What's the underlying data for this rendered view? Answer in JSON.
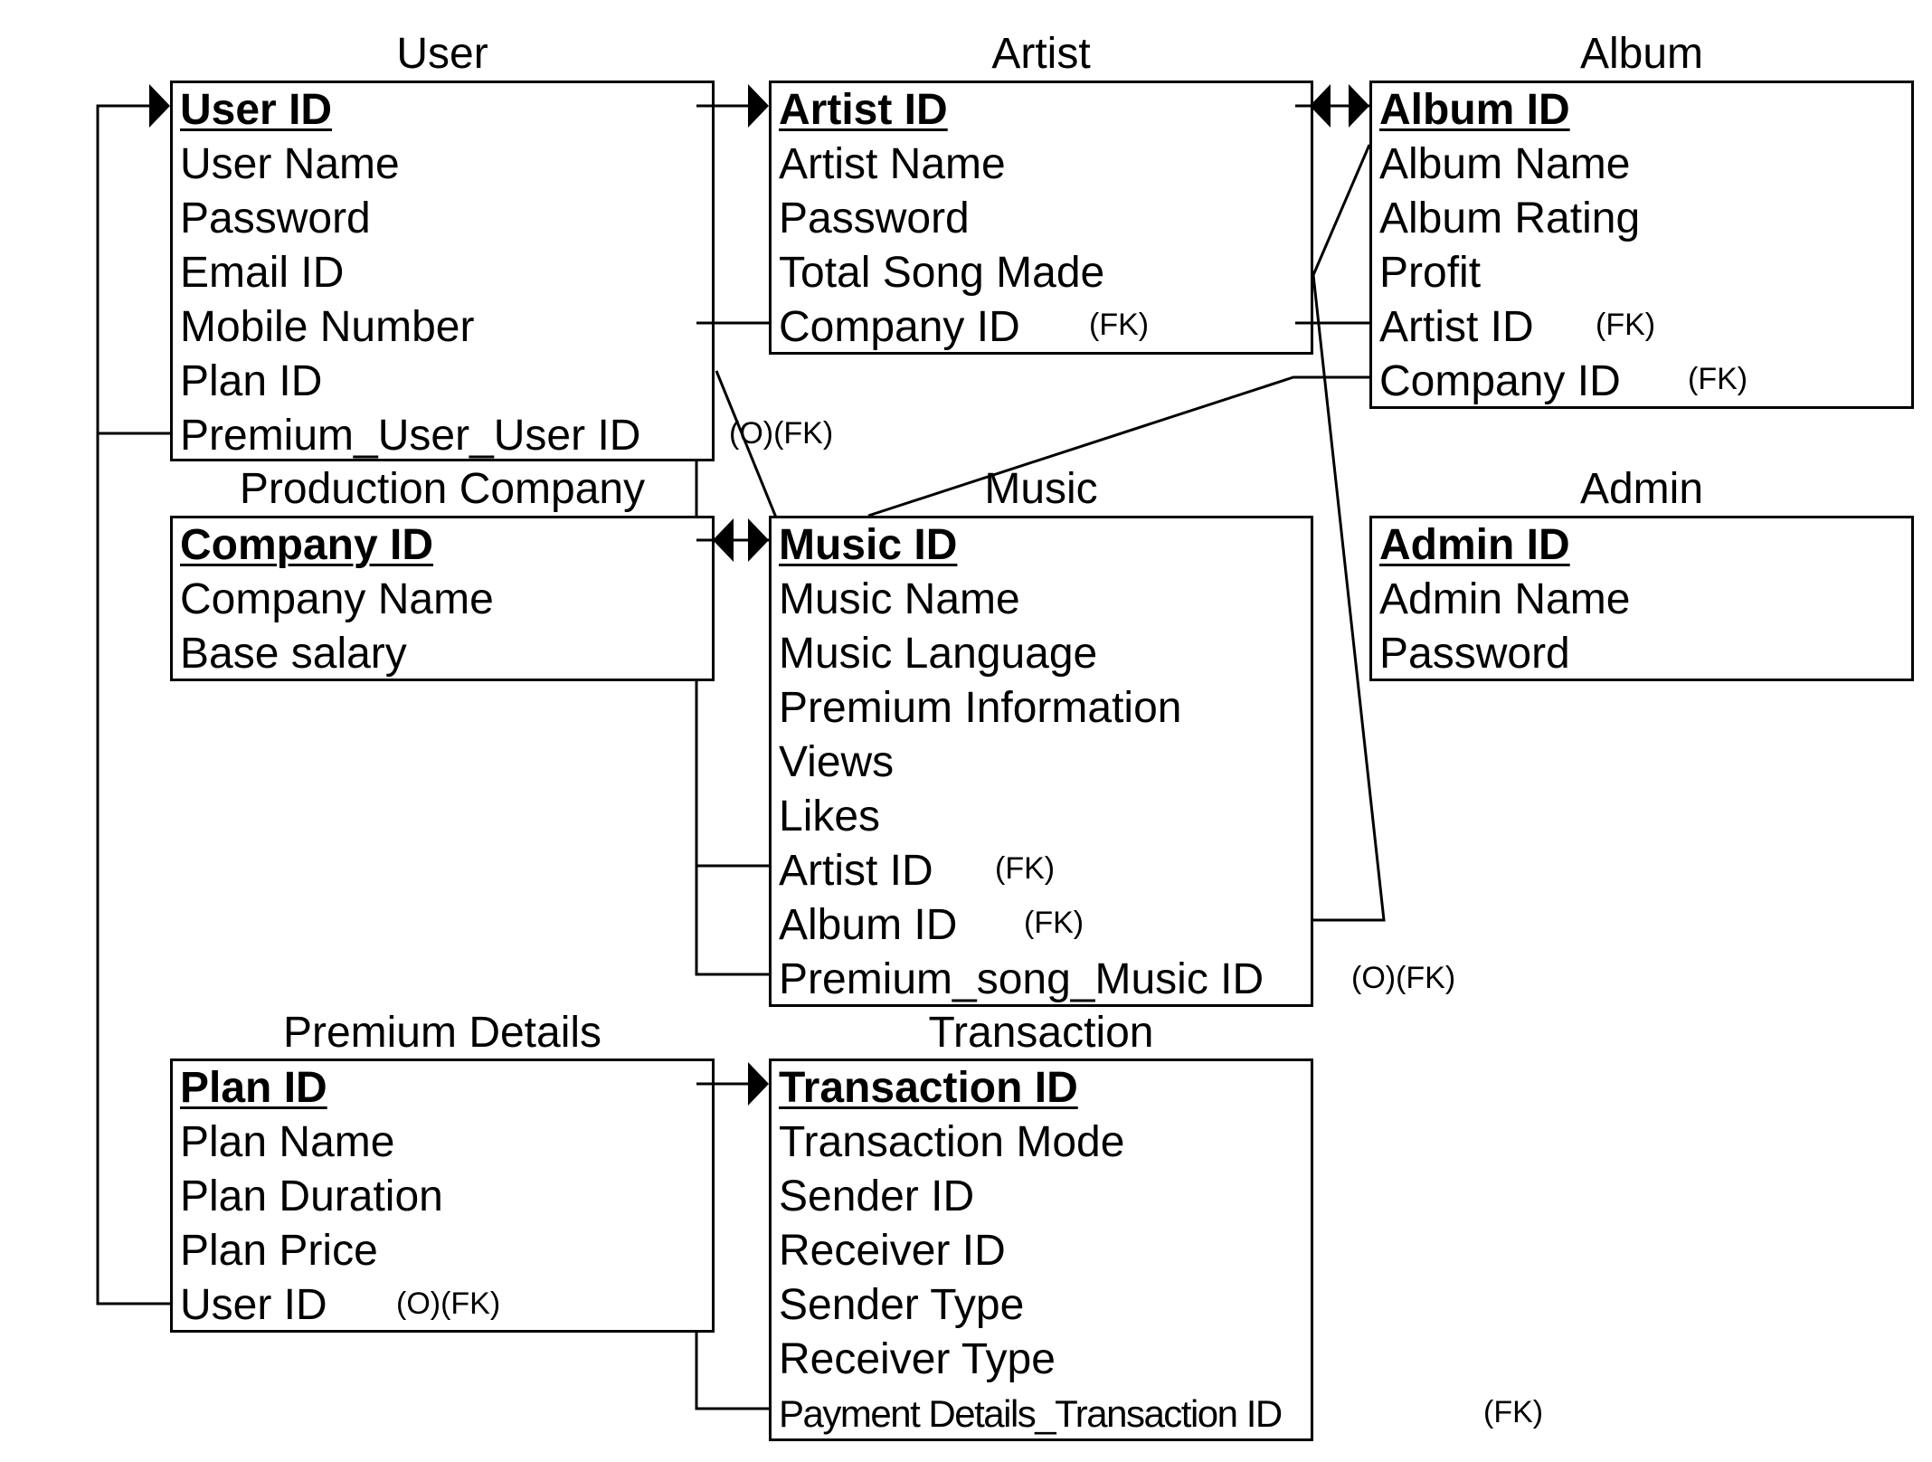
{
  "entities": {
    "user": {
      "title": "User",
      "attributes": [
        "User ID",
        "User Name",
        "Password",
        "Email ID",
        "Mobile Number",
        "Plan ID",
        "Premium_User_User ID"
      ],
      "tags": [
        "(O)(FK)"
      ]
    },
    "artist": {
      "title": "Artist",
      "attributes": [
        "Artist ID",
        "Artist Name",
        "Password",
        "Total Song Made",
        "Company ID"
      ],
      "tags": [
        "(FK)"
      ]
    },
    "album": {
      "title": "Album",
      "attributes": [
        "Album ID",
        "Album Name",
        "Album Rating",
        "Profit",
        "Artist ID",
        "Company ID"
      ],
      "tags": [
        "(FK)",
        "(FK)"
      ]
    },
    "production_company": {
      "title": "Production Company",
      "attributes": [
        "Company ID",
        "Company Name",
        "Base salary"
      ]
    },
    "music": {
      "title": "Music",
      "attributes": [
        "Music ID",
        "Music Name",
        "Music Language",
        "Premium Information",
        "Views",
        "Likes",
        "Artist ID",
        "Album ID",
        "Premium_song_Music ID"
      ],
      "tags": [
        "(FK)",
        "(FK)",
        "(O)(FK)"
      ]
    },
    "admin": {
      "title": "Admin",
      "attributes": [
        "Admin ID",
        "Admin Name",
        "Password"
      ]
    },
    "premium_details": {
      "title": "Premium Details",
      "attributes": [
        "Plan ID",
        "Plan Name",
        "Plan Duration",
        "Plan Price",
        "User ID"
      ],
      "tags": [
        "(O)(FK)"
      ]
    },
    "transaction": {
      "title": "Transaction",
      "attributes": [
        "Transaction ID",
        "Transaction Mode",
        "Sender ID",
        "Receiver ID",
        "Sender Type",
        "Receiver Type",
        "Payment Details_Transaction ID"
      ],
      "tags": [
        "(FK)"
      ]
    }
  }
}
